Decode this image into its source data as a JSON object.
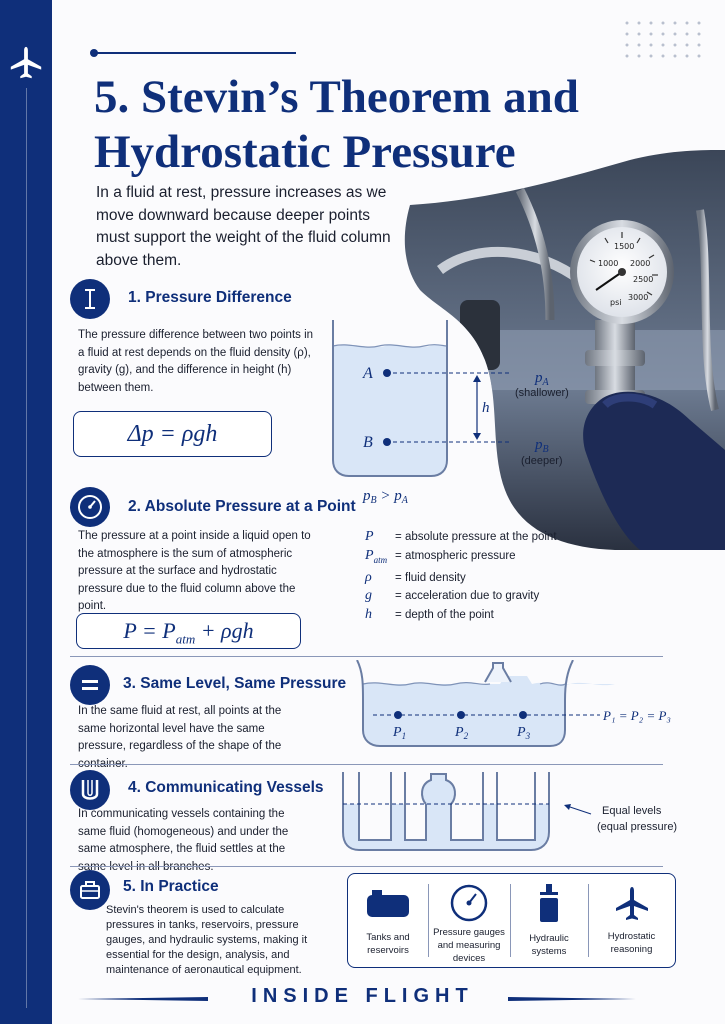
{
  "header": {
    "title_line1": "5. Stevin’s Theorem and",
    "title_line2": "Hydrostatic Pressure",
    "intro": "In a fluid at rest, pressure increases as we move downward because deeper points must support the weight of the fluid column above them."
  },
  "photo": {
    "gauge_labels": [
      "1000",
      "1500",
      "2000",
      "2500",
      "3000",
      "psi"
    ]
  },
  "section1": {
    "title": "1. Pressure Difference",
    "body": "The pressure difference between two points in a fluid at rest depends on the fluid density (ρ), gravity (g), and the difference in height (h) between them.",
    "formula": "Δp = ρgh",
    "diagram": {
      "point_a": "A",
      "point_b": "B",
      "height_label": "h",
      "pa_sub": "A",
      "pa_caption": "(shallower)",
      "pb_sub": "B",
      "pb_caption": "(deeper)",
      "relation": "p",
      "relation_b": "B",
      "relation_op": " > p",
      "relation_a": "A"
    }
  },
  "section2": {
    "title": "2. Absolute Pressure at a Point",
    "body": "The pressure at a point inside a liquid open to the atmosphere is the sum of atmospheric pressure at the surface and hydrostatic pressure due to the fluid column above the point.",
    "formula": "P = P",
    "formula_sub": "atm",
    "formula_tail": " + ρgh",
    "legend": [
      {
        "sym": "P",
        "sub": "",
        "desc": "absolute pressure at the point"
      },
      {
        "sym": "P",
        "sub": "atm",
        "desc": "atmospheric pressure"
      },
      {
        "sym": "ρ",
        "sub": "",
        "desc": "fluid density"
      },
      {
        "sym": "g",
        "sub": "",
        "desc": "acceleration due to gravity"
      },
      {
        "sym": "h",
        "sub": "",
        "desc": "depth of the point"
      }
    ]
  },
  "section3": {
    "title": "3. Same Level, Same Pressure",
    "body": "In the same fluid at rest, all points at the same horizontal level have the same pressure, regardless of the shape of the container.",
    "points": [
      "1",
      "2",
      "3"
    ],
    "equation": "P₁ = P₂ = P₃"
  },
  "section4": {
    "title": "4. Communicating Vessels",
    "body": "In communicating vessels containing the same fluid (homogeneous) and under the same atmosphere, the fluid settles at the same level in all branches.",
    "caption_line1": "Equal levels",
    "caption_line2": "(equal pressure)"
  },
  "section5": {
    "title": "5. In Practice",
    "body": "Stevin's theorem is used to calculate pressures in tanks, reservoirs, pressure gauges, and hydraulic systems, making it essential for the design, analysis, and maintenance of aeronautical equipment.",
    "items": [
      {
        "label_line1": "Tanks and",
        "label_line2": "reservoirs",
        "label_line3": "",
        "icon": "tank-icon"
      },
      {
        "label_line1": "Pressure gauges",
        "label_line2": "and measuring",
        "label_line3": "devices",
        "icon": "gauge-icon"
      },
      {
        "label_line1": "Hydraulic",
        "label_line2": "systems",
        "label_line3": "",
        "icon": "hydraulic-icon"
      },
      {
        "label_line1": "Hydrostatic",
        "label_line2": "reasoning",
        "label_line3": "",
        "icon": "airplane-icon"
      }
    ]
  },
  "footer": {
    "brand": "INSIDE FLIGHT"
  },
  "colors": {
    "navy": "#0f2f7a",
    "water": "#d9e6f7",
    "background": "#fbfbfd"
  }
}
